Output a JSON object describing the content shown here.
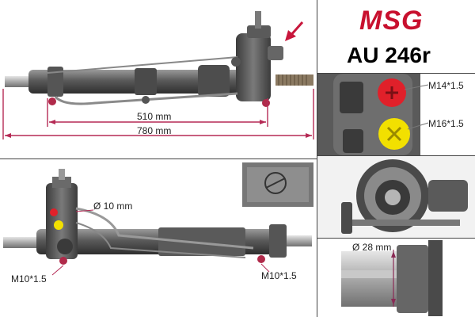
{
  "brand": {
    "logo_text": "MSG",
    "colors": {
      "red": "#c8102e",
      "gray": "#6a6a6a"
    }
  },
  "part_number": "AU 246r",
  "top_view": {
    "dim_inner": "510 mm",
    "dim_outer": "780 mm",
    "arrow_color": "#c8173c"
  },
  "port_closeup": {
    "upper_port": "M14*1.5",
    "lower_port": "M16*1.5",
    "upper_color": "#e0202a",
    "lower_color": "#f2e000"
  },
  "side_view": {
    "hose_diameter": "Ø 10 mm",
    "thread_left": "M10*1.5",
    "thread_right": "M10*1.5"
  },
  "shaft_closeup": {
    "diameter": "Ø 28 mm"
  }
}
